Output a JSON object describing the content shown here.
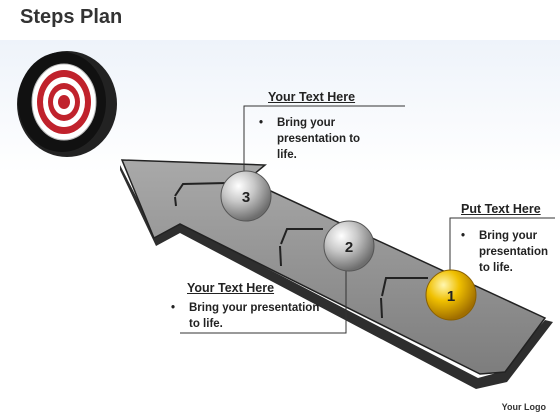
{
  "title": "Steps Plan",
  "steps": [
    {
      "number": "1",
      "color": "#e0a800"
    },
    {
      "number": "2",
      "color": "#a8a8a8"
    },
    {
      "number": "3",
      "color": "#a8a8a8"
    }
  ],
  "callouts": {
    "top": {
      "heading": "Your Text Here",
      "bullet": "•",
      "text": "Bring your presentation to life."
    },
    "right": {
      "heading": "Put Text Here",
      "bullet": "•",
      "text": "Bring your presentation to life."
    },
    "bottom": {
      "heading": "Your Text Here",
      "bullet": "•",
      "text": "Bring your presentation to life."
    }
  },
  "footer": {
    "logo": "Your Logo"
  },
  "colors": {
    "target_red": "#c0222c",
    "arrow_gray": "#8c8c8c",
    "gold": "#e0a800"
  }
}
